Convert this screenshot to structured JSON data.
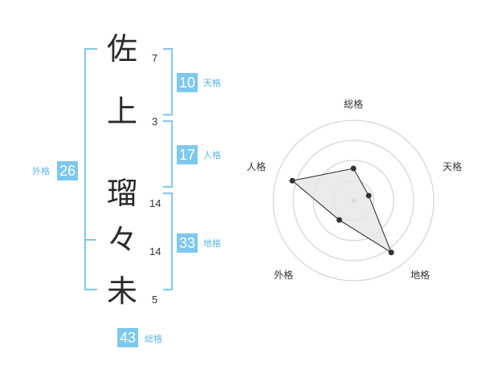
{
  "name": {
    "characters": [
      {
        "char": "佐",
        "strokes": "7"
      },
      {
        "char": "上",
        "strokes": "3"
      },
      {
        "char": "瑠",
        "strokes": "14"
      },
      {
        "char": "々",
        "strokes": "14"
      },
      {
        "char": "未",
        "strokes": "5"
      }
    ]
  },
  "kakusu": {
    "tenkaku": {
      "value": "10",
      "label": "天格"
    },
    "jinkaku": {
      "value": "17",
      "label": "人格"
    },
    "chikaku": {
      "value": "33",
      "label": "地格"
    },
    "gaikaku": {
      "value": "26",
      "label": "外格"
    },
    "soukaku": {
      "value": "43",
      "label": "総格"
    }
  },
  "chart_data": {
    "type": "radar",
    "axes": [
      "総格",
      "天格",
      "地格",
      "外格",
      "人格"
    ],
    "rings": 4,
    "values": [
      2,
      1,
      4,
      1.5,
      4
    ],
    "max": 5,
    "grid": true
  },
  "colors": {
    "accent": "#7dc8ef",
    "label": "#5db7e8",
    "text": "#2a2a2a",
    "ring": "#cccccc",
    "polygon_fill": "#e6e6e6",
    "polygon_stroke": "#222222"
  }
}
